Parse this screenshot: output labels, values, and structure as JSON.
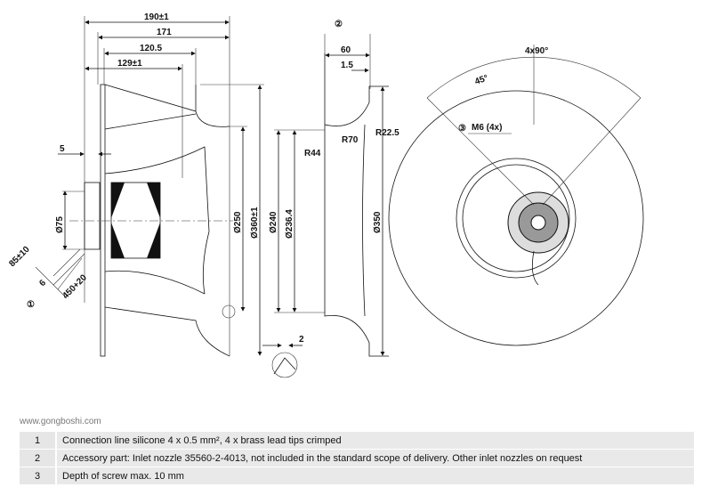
{
  "side_view": {
    "dims": {
      "d190": "190±1",
      "d171": "171",
      "d120": "120.5",
      "d129": "129±1",
      "d5": "5",
      "d75": "Ø75",
      "d85": "85±10",
      "d6": "6",
      "d450": "450+20",
      "d250": "Ø250",
      "d360": "Ø360±1"
    },
    "callout": "①"
  },
  "nozzle_view": {
    "callout": "②",
    "dims": {
      "d60": "60",
      "d15": "1.5",
      "r44": "R44",
      "r70": "R70",
      "r225": "R22.5",
      "d240": "Ø240",
      "d2364": "Ø236.4",
      "d350": "Ø350",
      "d2": "2"
    }
  },
  "front_view": {
    "angle_total": "4x90°",
    "angle": "45°",
    "screw_callout": "③",
    "screw": "M6 (4x)"
  },
  "notes": [
    {
      "num": "1",
      "text": "Connection line silicone 4 x 0.5 mm², 4 x brass lead tips crimped"
    },
    {
      "num": "2",
      "text": "Accessory part: Inlet nozzle 35560-2-4013, not included in the standard scope of delivery. Other inlet nozzles on request"
    },
    {
      "num": "3",
      "text": "Depth of screw max. 10 mm"
    }
  ],
  "watermark": {
    "site": "www.gongboshi.com"
  }
}
